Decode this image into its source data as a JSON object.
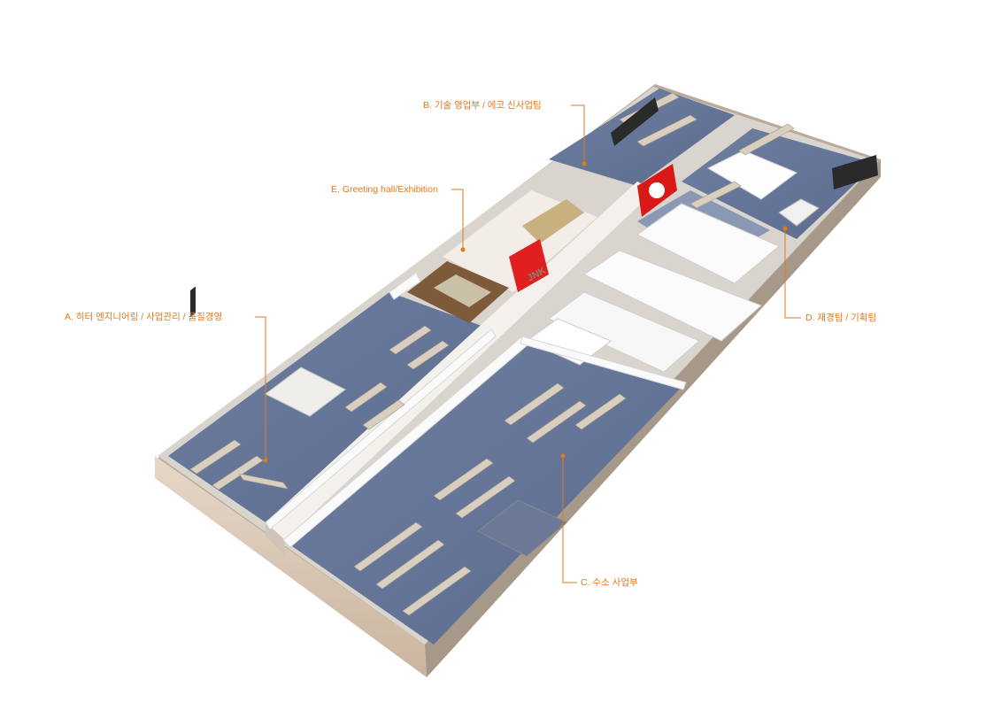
{
  "floor_plan": {
    "accent_color": "#e07a1f",
    "zones": {
      "a": {
        "label": "A. 히터 엔지니어링 / 사업관리 / 품질경영"
      },
      "b": {
        "label": "B. 기술 영업부 / 에코 신사업팀"
      },
      "c": {
        "label": "C. 수소 사업부"
      },
      "d": {
        "label": "D. 재경팀 / 기획팀"
      },
      "e": {
        "label": "E. Greeting hall/Exhibition"
      }
    },
    "floor_logo": "JNK"
  }
}
